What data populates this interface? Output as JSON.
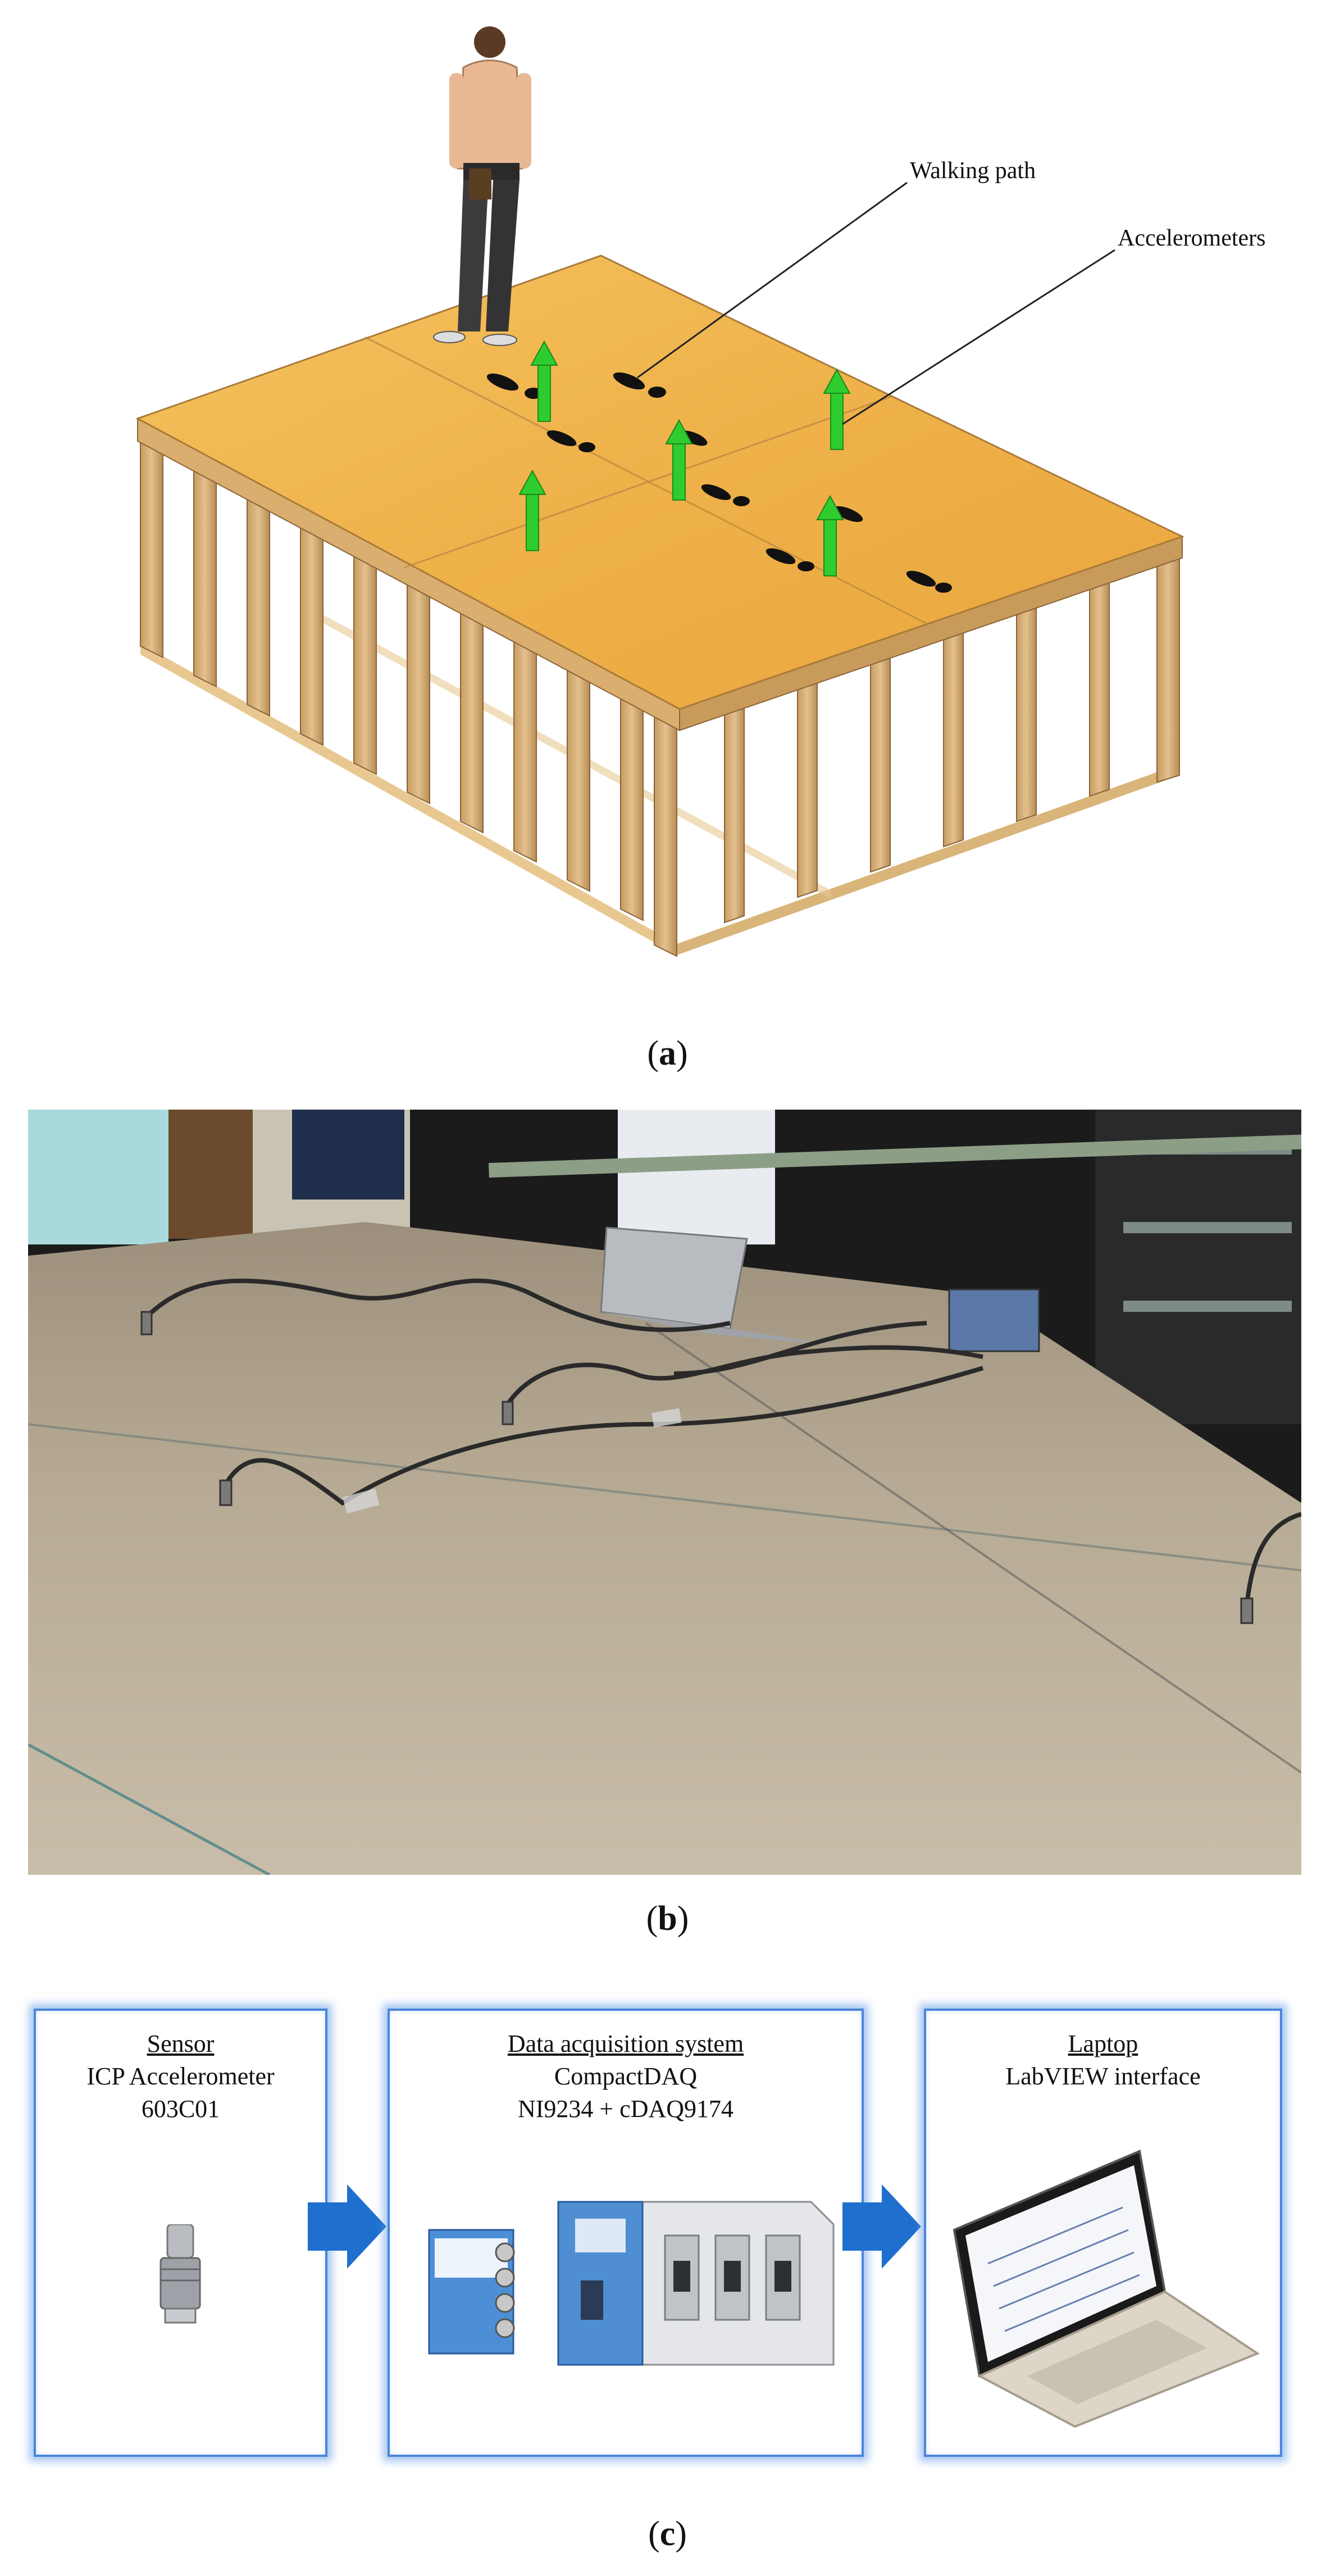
{
  "panel_a": {
    "labels": {
      "walking_path": "Walking path",
      "accelerometers": "Accelerometers"
    },
    "caption": {
      "open": "(",
      "letter": "a",
      "close": ")"
    },
    "colors": {
      "floor": "#f0b24c",
      "frame": "#d7b07a",
      "arrow": "#2fcc2f",
      "footprint": "#111111"
    }
  },
  "panel_b": {
    "caption": {
      "open": "(",
      "letter": "b",
      "close": ")"
    },
    "colors": {
      "plywood": "#b7ab96",
      "dark_bg": "#1a1a1a"
    }
  },
  "panel_c": {
    "sensor": {
      "title": "Sensor",
      "line1": "ICP Accelerometer",
      "line2": "603C01"
    },
    "daq": {
      "title": "Data acquisition system",
      "line1": "CompactDAQ",
      "line2": "NI9234 + cDAQ9174"
    },
    "laptop": {
      "title": "Laptop",
      "line1": "LabVIEW interface"
    },
    "caption": {
      "open": "(",
      "letter": "c",
      "close": ")"
    },
    "colors": {
      "border": "#4a86d8",
      "arrow": "#1f6fce"
    }
  }
}
